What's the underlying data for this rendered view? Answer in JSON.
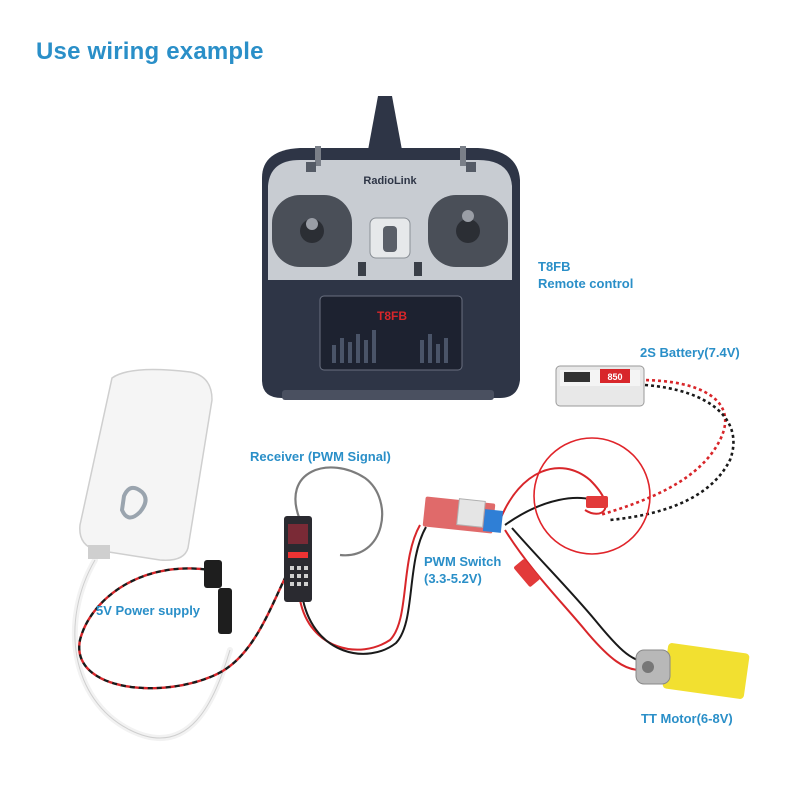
{
  "title": "Use wiring example",
  "labels": {
    "transmitter_line1": "T8FB",
    "transmitter_line2": "Remote control",
    "battery": "2S Battery(7.4V)",
    "receiver": "Receiver (PWM Signal)",
    "switch_line1": "PWM Switch",
    "switch_line2": "(3.3-5.2V)",
    "power_supply": "5V Power supply",
    "motor": "TT Motor(6-8V)"
  },
  "device_text": {
    "brand": "RadioLink",
    "model": "T8FB",
    "battery_code": "850"
  },
  "colors": {
    "accent": "#2a8fc8",
    "wire_red": "#d8262a",
    "wire_black": "#1a1a1a",
    "transmitter_body": "#2e3546",
    "transmitter_face": "#c8ccd2",
    "motor_yellow": "#f2e030"
  }
}
